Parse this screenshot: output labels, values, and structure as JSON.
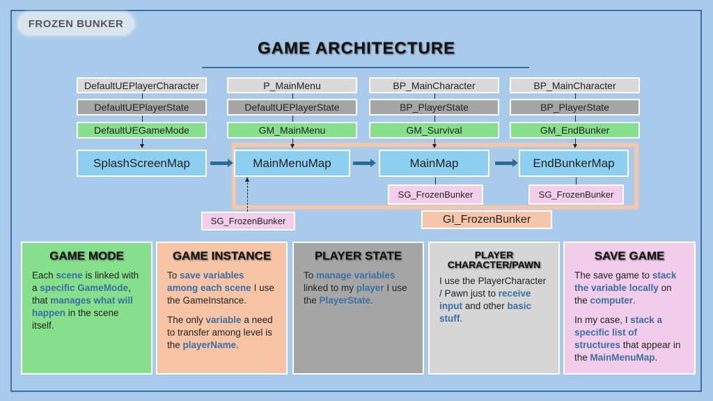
{
  "logo": "FROZEN BUNKER",
  "title": "GAME ARCHITECTURE",
  "columns": [
    {
      "character": "DefaultUEPlayerCharacter",
      "player_state": "DefaultUEPlayerState",
      "game_mode": "DefaultUEGameMode",
      "map": "SplashScreenMap"
    },
    {
      "character": "P_MainMenu",
      "player_state": "DefaultUEPlayerState",
      "game_mode": "GM_MainMenu",
      "map": "MainMenuMap",
      "save_game": "SG_FrozenBunker"
    },
    {
      "character": "BP_MainCharacter",
      "player_state": "BP_PlayerState",
      "game_mode": "GM_Survival",
      "map": "MainMap",
      "save_game": "SG_FrozenBunker"
    },
    {
      "character": "BP_MainCharacter",
      "player_state": "BP_PlayerState",
      "game_mode": "GM_EndBunker",
      "map": "EndBunkerMap",
      "save_game": "SG_FrozenBunker"
    }
  ],
  "game_instance": "GI_FrozenBunker",
  "cards": [
    {
      "title": "GAME MODE",
      "paragraphs": [
        [
          [
            "Each ",
            0
          ],
          [
            "scene",
            1
          ],
          [
            " is linked with a ",
            0
          ],
          [
            "specific GameMode",
            1
          ],
          [
            ", that ",
            0
          ],
          [
            "manages what will happen",
            1
          ],
          [
            " in the scene itself.",
            0
          ]
        ]
      ]
    },
    {
      "title": "GAME INSTANCE",
      "paragraphs": [
        [
          [
            "To ",
            0
          ],
          [
            "save variables among each scene",
            1
          ],
          [
            " I use the GameInstance.",
            0
          ]
        ],
        [
          [
            "The only ",
            0
          ],
          [
            "variable",
            1
          ],
          [
            " a need to transfer among level is the ",
            0
          ],
          [
            "playerName",
            1
          ],
          [
            ".",
            0
          ]
        ]
      ]
    },
    {
      "title": "PLAYER STATE",
      "paragraphs": [
        [
          [
            "To ",
            0
          ],
          [
            "manage variables",
            1
          ],
          [
            " linked to my ",
            0
          ],
          [
            "player",
            1
          ],
          [
            " I use the ",
            0
          ],
          [
            "PlayerState",
            1
          ],
          [
            ".",
            0
          ]
        ]
      ]
    },
    {
      "title": "PLAYER CHARACTER/PAWN",
      "paragraphs": [
        [
          [
            "I use the PlayerCharacter / Pawn just to ",
            0
          ],
          [
            "receive input",
            1
          ],
          [
            " and other ",
            0
          ],
          [
            "basic stuff",
            1
          ],
          [
            ".",
            0
          ]
        ]
      ]
    },
    {
      "title": "SAVE GAME",
      "paragraphs": [
        [
          [
            "The save game to ",
            0
          ],
          [
            "stack the variable locally",
            1
          ],
          [
            " on the ",
            0
          ],
          [
            "computer",
            1
          ],
          [
            ".",
            0
          ]
        ],
        [
          [
            "In my case, I ",
            0
          ],
          [
            "stack a specific list of structures",
            1
          ],
          [
            " that appear in the ",
            0
          ],
          [
            "MainMenuMap",
            1
          ],
          [
            ".",
            0
          ]
        ]
      ]
    }
  ],
  "colors": {
    "background": "#a9cbeb",
    "highlight": "#3b6ea5"
  }
}
